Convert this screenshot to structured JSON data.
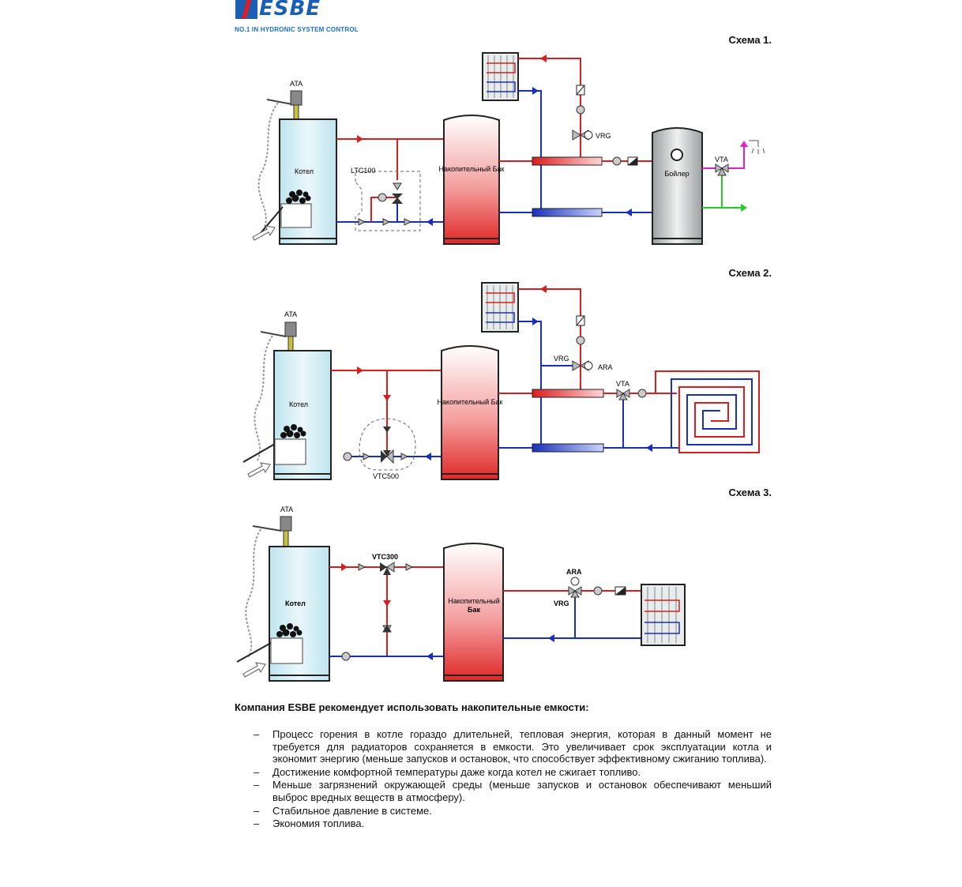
{
  "logo": {
    "brand": "ESBE",
    "tagline": "NO.1 IN HYDRONIC SYSTEM CONTROL"
  },
  "schemes": [
    {
      "title": "Схема 1.",
      "labels": {
        "ata": "ATA",
        "boiler": "Котел",
        "ltc": "LTC100",
        "tank": "Накопительный Бак",
        "vrg": "VRG",
        "dhw": "Бойлер",
        "vta": "VTA"
      }
    },
    {
      "title": "Схема 2.",
      "labels": {
        "ata": "ATA",
        "boiler": "Котел",
        "vtc": "VTC500",
        "tank": "Накопительный Бак",
        "vrg": "VRG",
        "ara": "ARA",
        "vta": "VTA"
      }
    },
    {
      "title": "Схема 3.",
      "labels": {
        "ata": "ATA",
        "boiler": "Котел",
        "vtc": "VTC300",
        "tank_1": "Накопительный",
        "tank_2": "Бак",
        "ara": "ARA",
        "vrg": "VRG"
      }
    }
  ],
  "recommendations": {
    "heading": "Компания ESBE рекомендует использовать накопительные емкости:",
    "items": [
      "Процесс горения в котле гораздо длительней, тепловая энергия, которая в данный момент не требуется для радиаторов сохраняется в емкости. Это увеличивает срок эксплуатации котла и экономит энергию (меньше запусков и остановок, что способствует эффективному сжиганию топлива).",
      "Достижение комфортной температуры даже когда котел не сжигает топливо.",
      "Меньше загрязнений окружающей среды (меньше запусков и остановок обеспечивают меньший выброс вредных веществ в атмосферу).",
      "Стабильное давление в системе.",
      "Экономия топлива."
    ]
  },
  "colors": {
    "hot": "#d81e1e",
    "cold": "#1a2fb8",
    "dhw_pink": "#e020c8",
    "dhw_green": "#22cc22",
    "brand_blue": "#1a5fb4"
  }
}
